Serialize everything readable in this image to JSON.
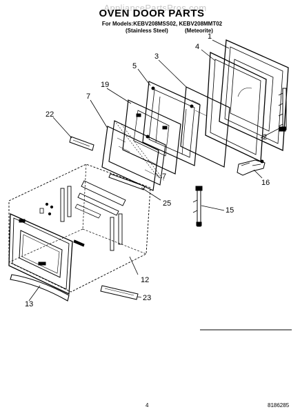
{
  "header": {
    "watermark": "AppliancePartsPros.com",
    "title": "OVEN DOOR PARTS",
    "models_line": "For Models:KEBV208MSS02, KEBV208MMT02",
    "variant_left": "(Stainless Steel)",
    "variant_right": "(Meteorite)"
  },
  "callouts": [
    "1",
    "2",
    "3",
    "4",
    "5",
    "7",
    "7",
    "12",
    "13",
    "15",
    "16",
    "19",
    "22",
    "23",
    "25"
  ],
  "footer": {
    "page_number": "4",
    "doc_number": "8186285"
  }
}
